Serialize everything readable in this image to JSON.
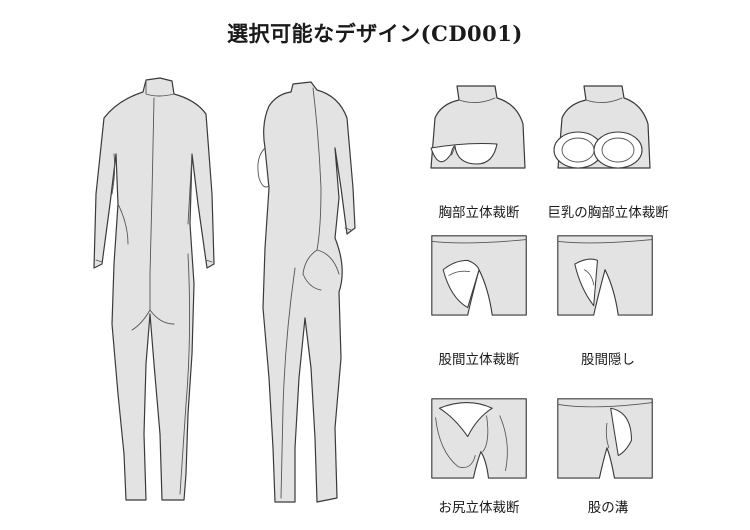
{
  "title": "選択可能なデザイン(CD001)",
  "colors": {
    "garment_fill": "#e3e3e3",
    "line": "#3a3a3a",
    "background": "#ffffff"
  },
  "options": [
    {
      "label": "胸部立体裁断"
    },
    {
      "label": "巨乳の胸部立体裁断"
    },
    {
      "label": "股間立体裁断"
    },
    {
      "label": "股間隠し"
    },
    {
      "label": "お尻立体裁断"
    },
    {
      "label": "股の溝"
    }
  ]
}
